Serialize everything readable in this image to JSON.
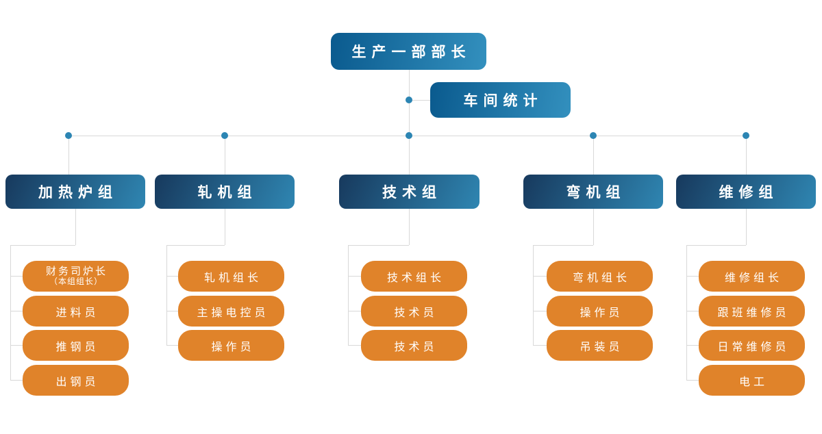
{
  "root": {
    "label": "生产一部部长"
  },
  "staff": {
    "label": "车间统计"
  },
  "groups": [
    {
      "label": "加热炉组",
      "members": [
        {
          "label": "财务司炉长",
          "label2": "（本组组长）"
        },
        {
          "label": "进料员"
        },
        {
          "label": "推钢员"
        },
        {
          "label": "出钢员"
        }
      ]
    },
    {
      "label": "轧机组",
      "members": [
        {
          "label": "轧机组长"
        },
        {
          "label": "主操电控员"
        },
        {
          "label": "操作员"
        }
      ]
    },
    {
      "label": "技术组",
      "members": [
        {
          "label": "技术组长"
        },
        {
          "label": "技术员"
        },
        {
          "label": "技术员"
        }
      ]
    },
    {
      "label": "弯机组",
      "members": [
        {
          "label": "弯机组长"
        },
        {
          "label": "操作员"
        },
        {
          "label": "吊装员"
        }
      ]
    },
    {
      "label": "维修组",
      "members": [
        {
          "label": "维修组长"
        },
        {
          "label": "跟班维修员"
        },
        {
          "label": "日常维修员"
        },
        {
          "label": "电工"
        }
      ]
    }
  ],
  "colors": {
    "blue-start": "#0a5a8e",
    "blue-end": "#3390be",
    "group-start": "#17395d",
    "group-end": "#2f86b2",
    "member-orange": "#e0832a",
    "line-gray": "#d8d8d8",
    "dot-blue": "#2c85b3",
    "text-white": "#ffffff"
  }
}
